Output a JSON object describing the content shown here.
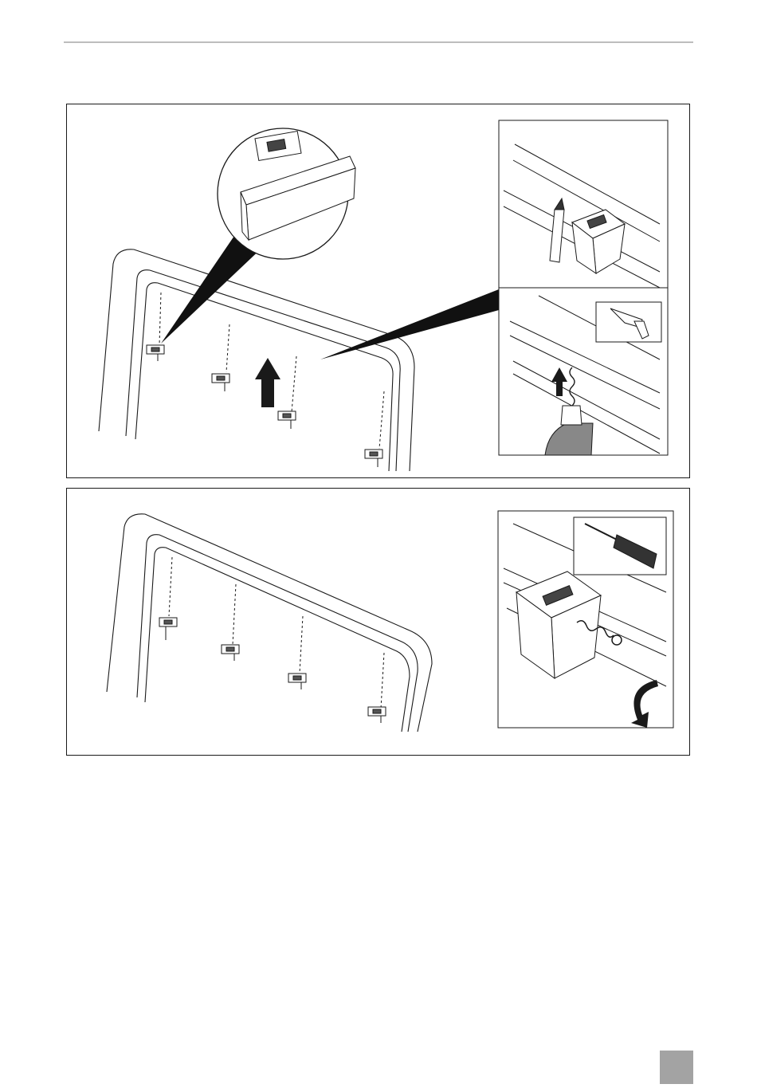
{
  "page": {
    "colors": {
      "line": "#1a1a1a",
      "rule": "#bdbdbd",
      "tab": "#a3a3a3"
    }
  },
  "figure_top": {
    "parts": [
      "awning-rail",
      "mounting-bracket",
      "magnifier-bracket-detail",
      "pencil-icon",
      "drill-icon",
      "up-arrow-icon"
    ]
  },
  "figure_bottom": {
    "parts": [
      "awning-rail",
      "mounting-bracket",
      "screwdriver-icon",
      "screw",
      "rotate-arrow-icon"
    ]
  }
}
